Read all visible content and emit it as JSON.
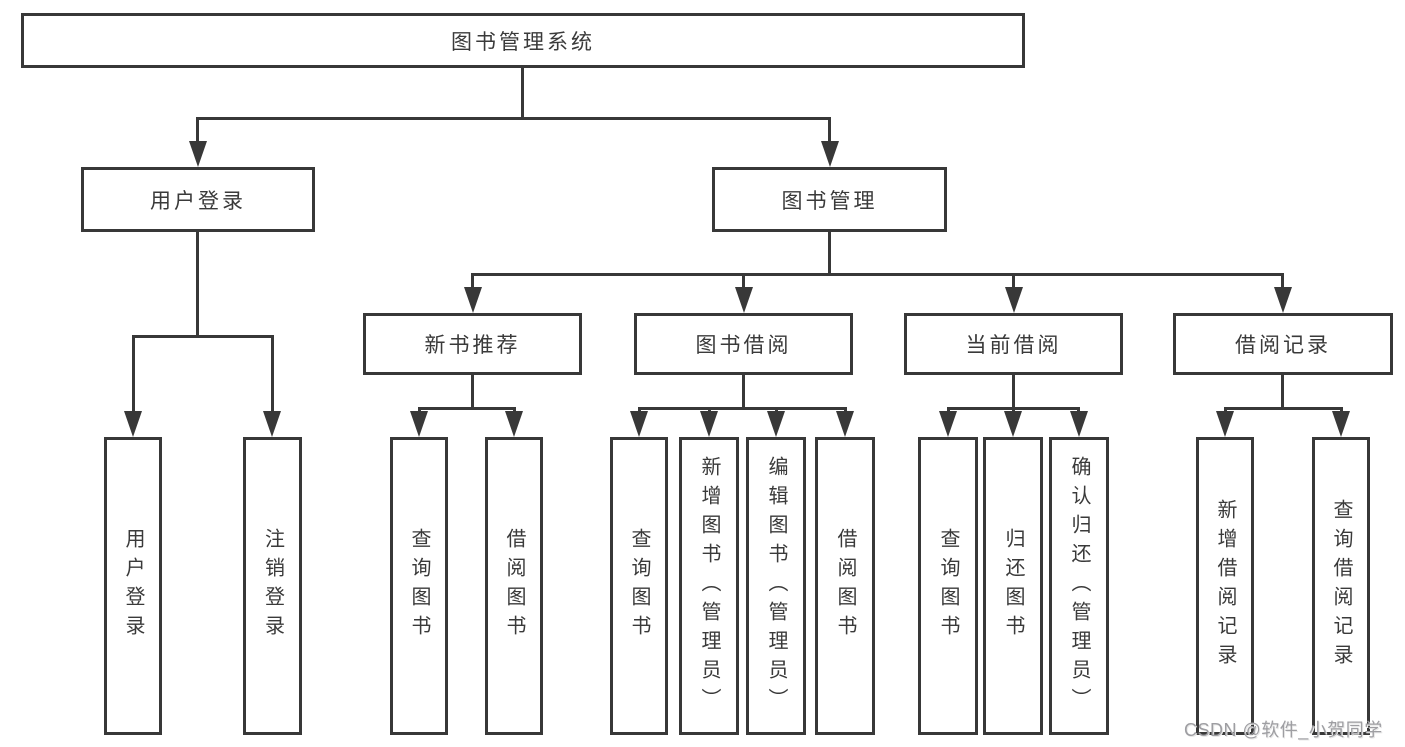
{
  "diagram": {
    "root": "图书管理系统",
    "level2": [
      "用户登录",
      "图书管理"
    ],
    "level3": [
      "新书推荐",
      "图书借阅",
      "当前借阅",
      "借阅记录"
    ],
    "leaves": [
      "用户登录",
      "注销登录",
      "查询图书",
      "借阅图书",
      "查询图书",
      "新增图书（管理员）",
      "编辑图书（管理员）",
      "借阅图书",
      "查询图书",
      "归还图书",
      "确认归还（管理员）",
      "新增借阅记录",
      "查询借阅记录"
    ]
  },
  "watermark": "CSDN @软件_小贺同学",
  "colors": {
    "line": "#383838",
    "box_border": "#383838",
    "text": "#3a3a3a",
    "watermark": "#9e9ea2",
    "background": "#ffffff"
  }
}
